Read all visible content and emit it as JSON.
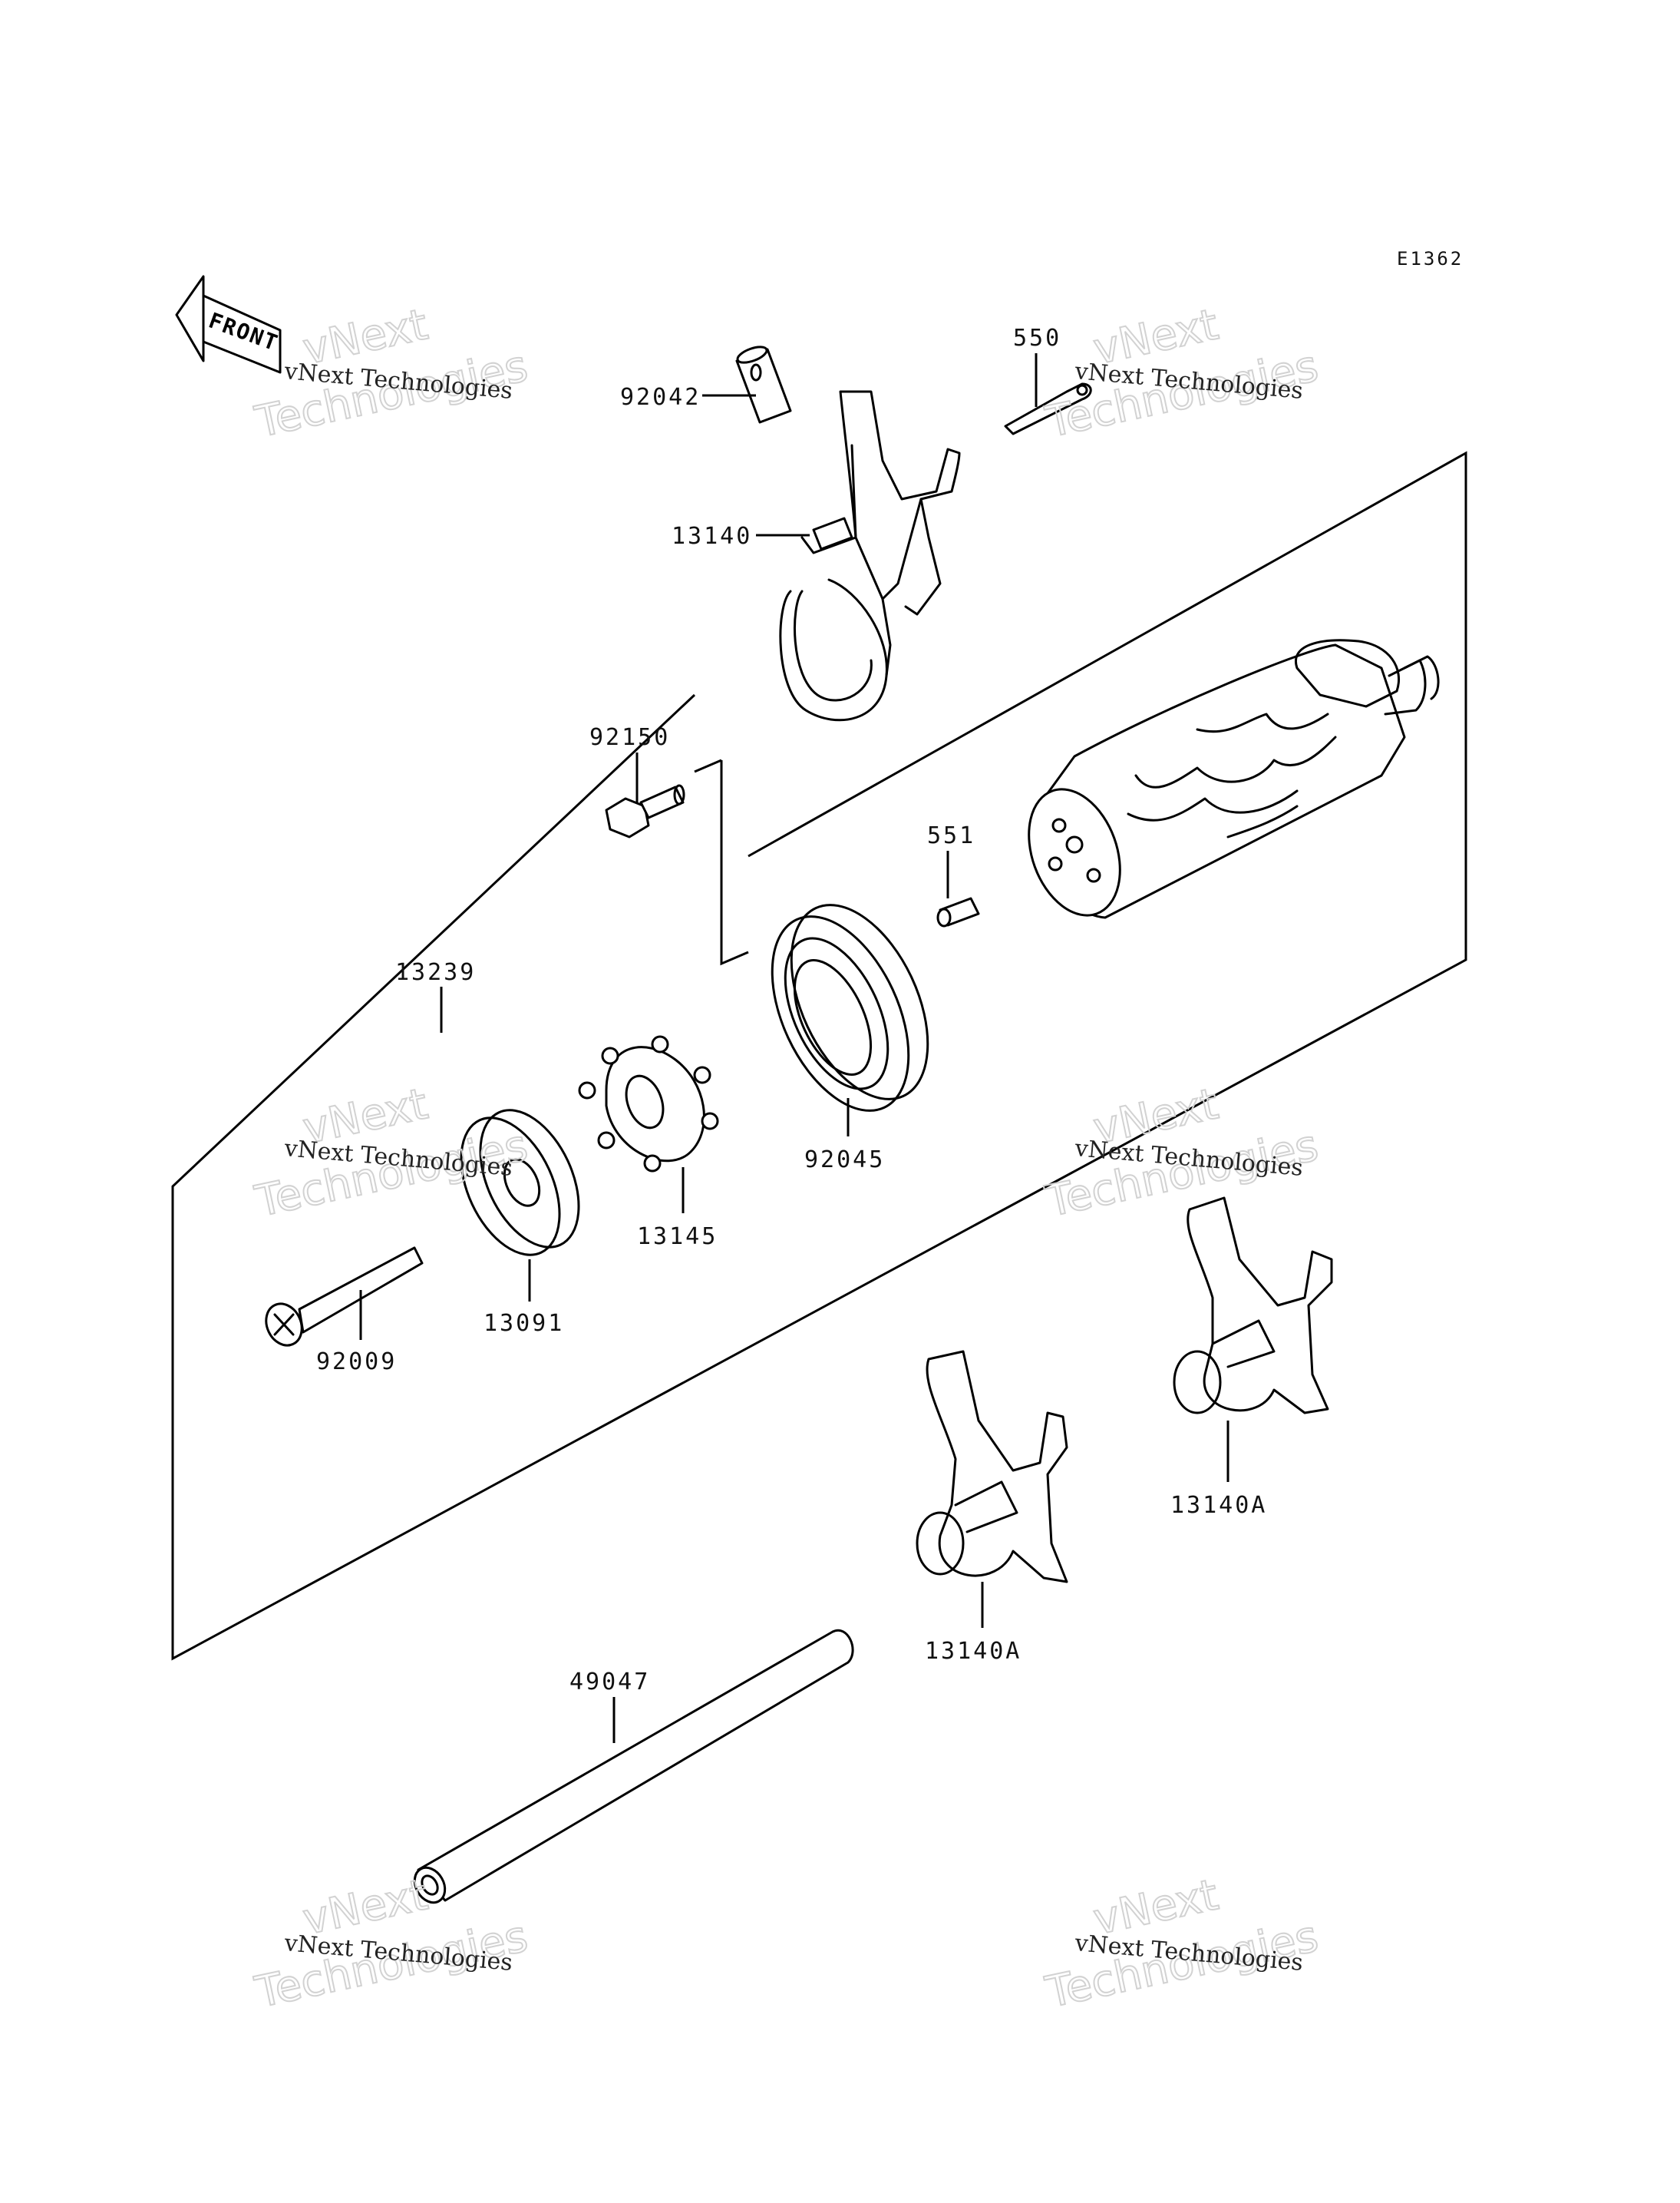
{
  "diagram": {
    "code": "E1362",
    "front_label": "FRONT",
    "watermark": {
      "line1": "vNext Technologies",
      "line2": "vNext",
      "line3": "Technologies"
    },
    "callouts": {
      "p92042": "92042",
      "p550": "550",
      "p13140": "13140",
      "p92150": "92150",
      "p551": "551",
      "p13239": "13239",
      "p92045": "92045",
      "p13145": "13145",
      "p13091": "13091",
      "p92009": "92009",
      "p13140a_right": "13140A",
      "p13140a_left": "13140A",
      "p49047": "49047"
    }
  }
}
